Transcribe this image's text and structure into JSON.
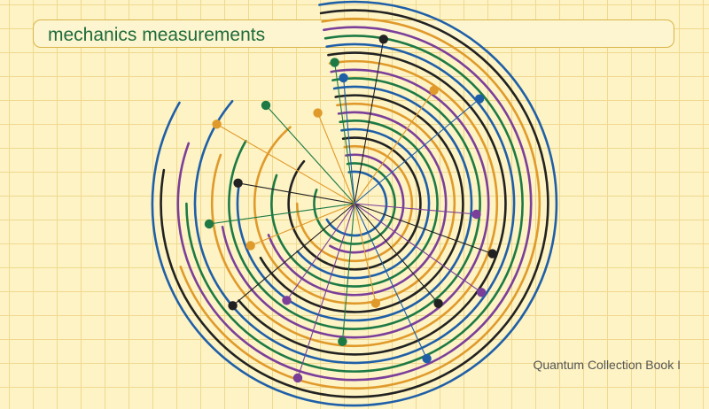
{
  "header": {
    "title": "mechanics measurements"
  },
  "footer": {
    "text": "Quantum Collection Book I"
  },
  "colors": {
    "background": "#fdf3c4",
    "grid": "#f0d98f",
    "title_border": "#d9b44a",
    "title_text": "#1d6b3c",
    "palette": [
      "#1f5fa8",
      "#1d7a45",
      "#7b3f9a",
      "#e09a2b",
      "#222222"
    ]
  },
  "chart_data": {
    "type": "radial-bar",
    "title": "mechanics measurements",
    "arc_count": 21,
    "grid": true,
    "points": [
      {
        "angle": -8,
        "radius": 0.7,
        "color": 1
      },
      {
        "angle": 10,
        "radius": 0.82,
        "color": 4
      },
      {
        "angle": 35,
        "radius": 0.68,
        "color": 3
      },
      {
        "angle": 50,
        "radius": 0.8,
        "color": 0
      },
      {
        "angle": 95,
        "radius": 0.6,
        "color": 2
      },
      {
        "angle": 110,
        "radius": 0.72,
        "color": 4
      },
      {
        "angle": 125,
        "radius": 0.76,
        "color": 2
      },
      {
        "angle": 140,
        "radius": 0.64,
        "color": 4
      },
      {
        "angle": 155,
        "radius": 0.84,
        "color": 0
      },
      {
        "angle": 168,
        "radius": 0.5,
        "color": 3
      },
      {
        "angle": 185,
        "radius": 0.68,
        "color": 1
      },
      {
        "angle": 198,
        "radius": 0.9,
        "color": 2
      },
      {
        "angle": 215,
        "radius": 0.58,
        "color": 2
      },
      {
        "angle": 230,
        "radius": 0.78,
        "color": 4
      },
      {
        "angle": 248,
        "radius": 0.55,
        "color": 3
      },
      {
        "angle": 262,
        "radius": 0.72,
        "color": 1
      },
      {
        "angle": 280,
        "radius": 0.58,
        "color": 4
      },
      {
        "angle": 300,
        "radius": 0.78,
        "color": 3
      },
      {
        "angle": 318,
        "radius": 0.65,
        "color": 1
      },
      {
        "angle": 338,
        "radius": 0.48,
        "color": 3
      },
      {
        "angle": 355,
        "radius": 0.62,
        "color": 0
      }
    ]
  }
}
